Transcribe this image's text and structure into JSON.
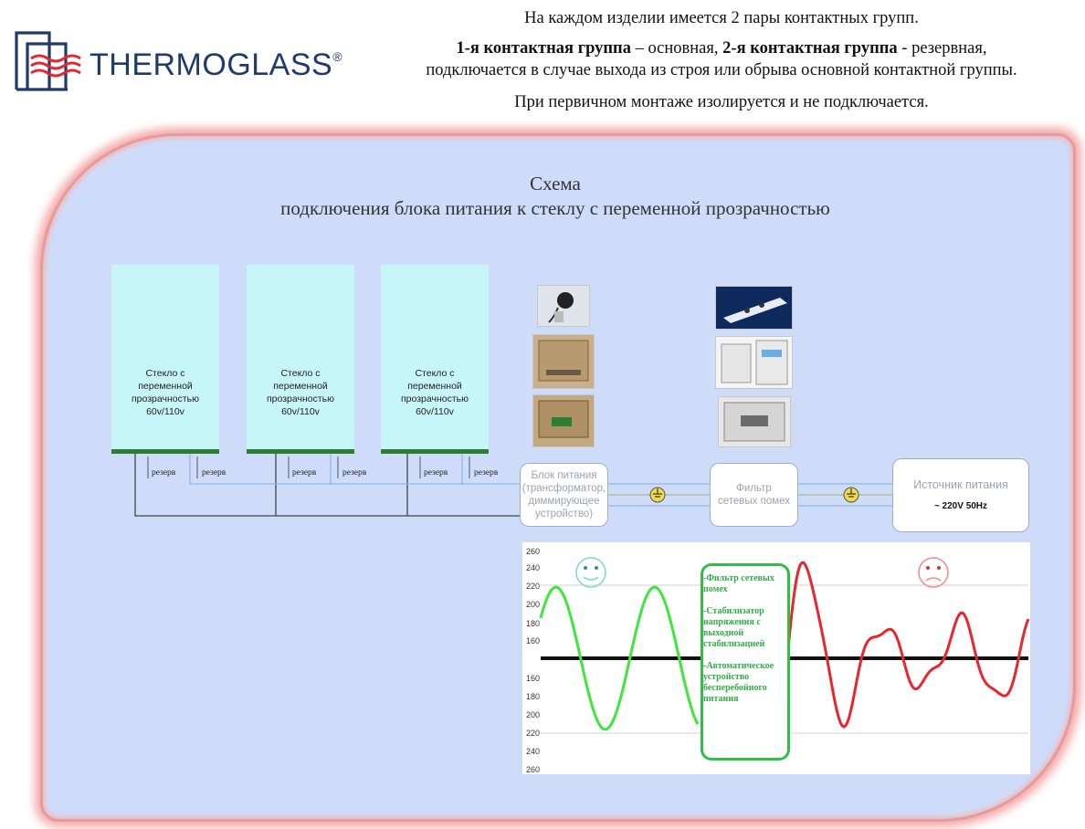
{
  "brand": {
    "name": "THERMOGLASS",
    "reg": "®"
  },
  "header": {
    "line1": "На каждом изделии имеется 2 пары контактных групп.",
    "line2_b1": "1-я контактная группа",
    "line2_t1": " – основная, ",
    "line2_b2": "2-я контактная группа",
    "line2_t2": " - резервная,",
    "line3": "подключается в случае выхода из строя или обрыва основной контактной группы.",
    "line4": "При первичном монтаже изолируется и не подключается."
  },
  "diagram": {
    "title1": "Схема",
    "title2": "подключения блока питания к стеклу с переменной прозрачностью",
    "glass_label": [
      "Стекло с",
      "переменной",
      "прозрачностью",
      "60v/110v"
    ],
    "reserve": "резерв",
    "psu": [
      "Блок питания",
      "(трансформатор,",
      "диммирующее",
      "устройство)"
    ],
    "filter": [
      "Фильтр",
      "сетевых помех"
    ],
    "source": "Источник питания",
    "source_value": "~ 220V 50Hz"
  },
  "chart": {
    "ticks_top": [
      "260",
      "240",
      "220",
      "200",
      "180",
      "160"
    ],
    "ticks_bottom": [
      "160",
      "180",
      "200",
      "220",
      "240",
      "260"
    ],
    "filter_text": [
      "-Фильтр сетевых",
      "помех",
      "",
      "-Стабилизатор",
      "напряжения с",
      "выходной",
      "стабилизацией",
      "",
      "-Автоматическое",
      "устройство",
      "бесперебойного",
      "питания"
    ],
    "good_color": "#3ee63e",
    "bad_color": "#e8262e"
  }
}
